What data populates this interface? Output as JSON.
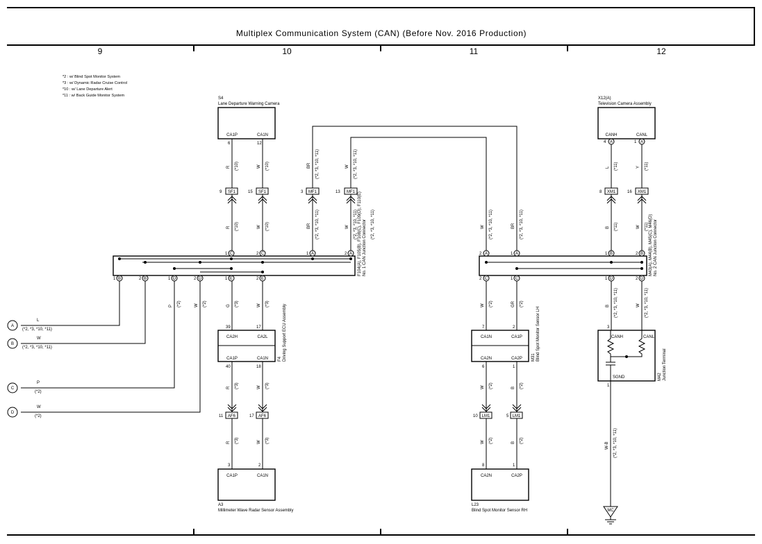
{
  "title": "Multiplex Communication System (CAN) (Before Nov. 2016 Production)",
  "columns": [
    "9",
    "10",
    "11",
    "12"
  ],
  "notes": [
    "*2 : w/ Blind Spot Monitor System",
    "*3 : w/ Dynamic Radar Cruise Control",
    "*10 : w/ Lane Departure Alert",
    "*11 : w/ Back Guide Monitor System"
  ],
  "components": {
    "s4": {
      "code": "S4",
      "name": "Lane Departure Warning Camera",
      "pins": [
        "CA1P",
        "CA1N"
      ]
    },
    "x12": {
      "code": "X12(A)",
      "name": "Television Camera Assembly",
      "pins": [
        "CANH",
        "CANL"
      ]
    },
    "f4": {
      "code": "F4",
      "name": "Driving Support ECU Assembly",
      "pins": [
        "CA2H",
        "CA2L",
        "CA1P",
        "CA1N"
      ]
    },
    "m31": {
      "code": "M31",
      "name": "Blind Spot Monitor Sensor LH",
      "pins": [
        "CA1N",
        "CA1P",
        "CA2N",
        "CA2P"
      ]
    },
    "m42": {
      "code": "M42",
      "name": "Junction Terminal",
      "pins": [
        "CANH",
        "CANL",
        "SGND"
      ]
    },
    "a3": {
      "code": "A3",
      "name": "Millimeter Wave Radar Sensor Assembly",
      "pins": [
        "CA1P",
        "CA1N"
      ]
    },
    "l23": {
      "code": "L23",
      "name": "Blind Spot Monitor Sensor RH",
      "pins": [
        "CA2N",
        "CA2P"
      ]
    },
    "jc1": {
      "code": "F104(A), F105(B), F108(C), F109(D), F110(E)",
      "name": "No. 1 CAN Junction Connector"
    },
    "jc2": {
      "code": "M43(A), M44(B), M45(C), M46(D)",
      "name": "No. 2 CAN Junction Connector"
    }
  },
  "connectors": [
    "SF1",
    "SF1",
    "MF1",
    "MF1",
    "XM1",
    "XM1",
    "AF6",
    "AF6",
    "LM1",
    "LM1"
  ],
  "ground": "MC",
  "external": [
    {
      "id": "A",
      "color": "L",
      "note": "(*2, *3, *10, *11)"
    },
    {
      "id": "B",
      "color": "W",
      "note": "(*2, *3, *10, *11)"
    },
    {
      "id": "C",
      "color": "P",
      "note": "(*2)"
    },
    {
      "id": "D",
      "color": "W",
      "note": "(*2)"
    }
  ],
  "pin_numbers": [
    "6",
    "12",
    "4",
    "1",
    "9",
    "15",
    "3",
    "13",
    "8",
    "16",
    "1",
    "2",
    "39",
    "17",
    "40",
    "18",
    "11",
    "17",
    "3",
    "2",
    "7",
    "2",
    "6",
    "1",
    "10",
    "5",
    "8",
    "1",
    "3",
    "1"
  ],
  "pin_letters": [
    "A",
    "B",
    "C",
    "D",
    "E"
  ],
  "wire_colors": [
    "R",
    "W",
    "BR",
    "L",
    "Y",
    "B",
    "G",
    "P",
    "GR",
    "W-B"
  ],
  "wire_notes": [
    "(*10)",
    "(*11)",
    "(*2, *3, *10, *11)",
    "(*2)",
    "(*3)"
  ]
}
